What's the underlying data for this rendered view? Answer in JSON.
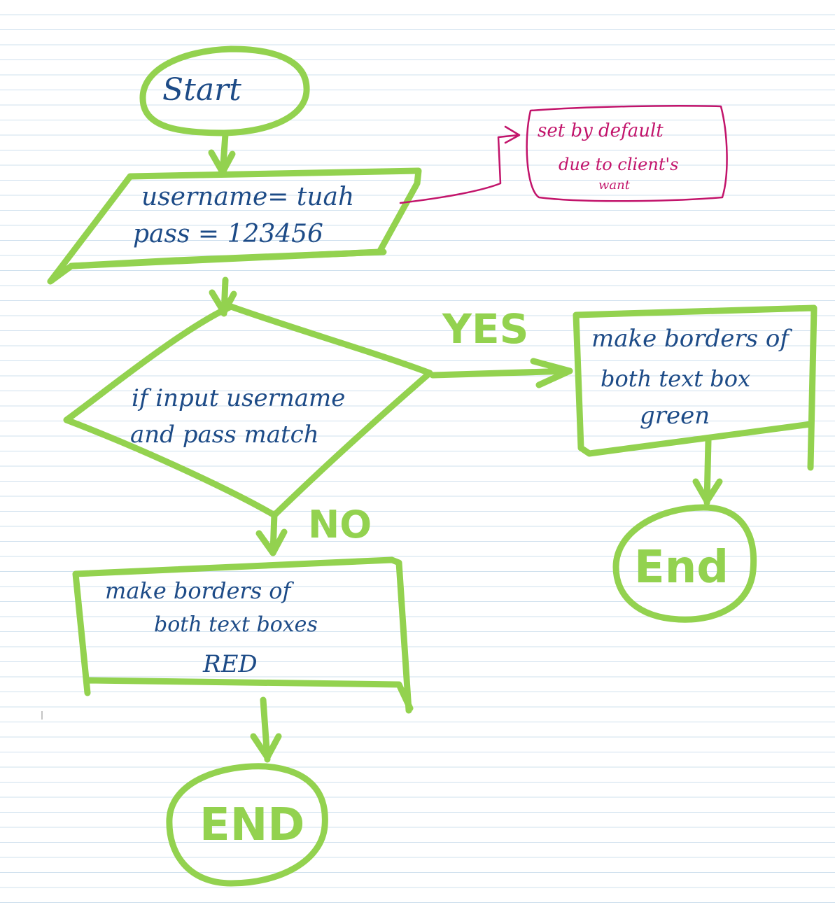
{
  "colors": {
    "shape_stroke": "#93d24f",
    "ink": "#1d4b87",
    "annotation": "#c2146b",
    "ruled_line": "#cfe0ee",
    "paper": "#ffffff"
  },
  "flowchart": {
    "start": {
      "label": "Start"
    },
    "input": {
      "line1": "username= tuah",
      "line2": "pass = 123456"
    },
    "annotation": {
      "line1": "set by default",
      "line2": "due to client's",
      "line3": "want"
    },
    "decision": {
      "line1": "if input username",
      "line2": "and pass match"
    },
    "yes_label": "YES",
    "no_label": "NO",
    "yes_process": {
      "line1": "make borders of",
      "line2": "both text box",
      "line3": "green"
    },
    "no_process": {
      "line1": "make borders of",
      "line2": "both text boxes",
      "line3": "RED"
    },
    "end_yes": {
      "label": "End"
    },
    "end_no": {
      "label": "END"
    }
  }
}
